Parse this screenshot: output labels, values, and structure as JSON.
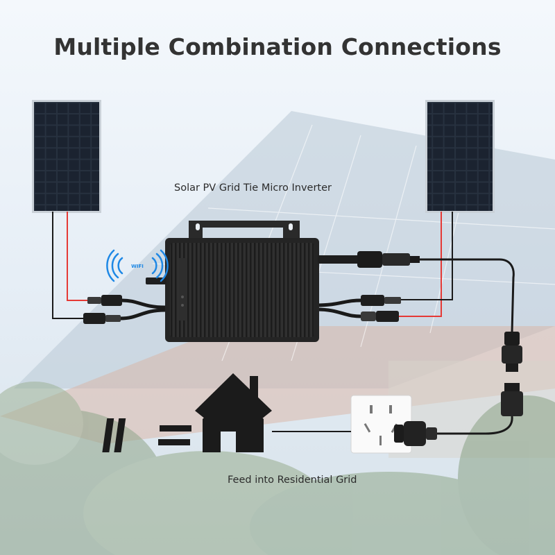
{
  "title": "Multiple Combination Connections",
  "labels": {
    "inverter": "Solar PV Grid Tie Micro Inverter",
    "grid": "Feed into Residential Grid",
    "wifi": "WIFI"
  },
  "colors": {
    "positive_wire": "#e53935",
    "negative_wire": "#1a1a1a",
    "inverter_body": "#2a2a2a",
    "wifi": "#1e88e5",
    "sky": "#e9f1f8"
  }
}
